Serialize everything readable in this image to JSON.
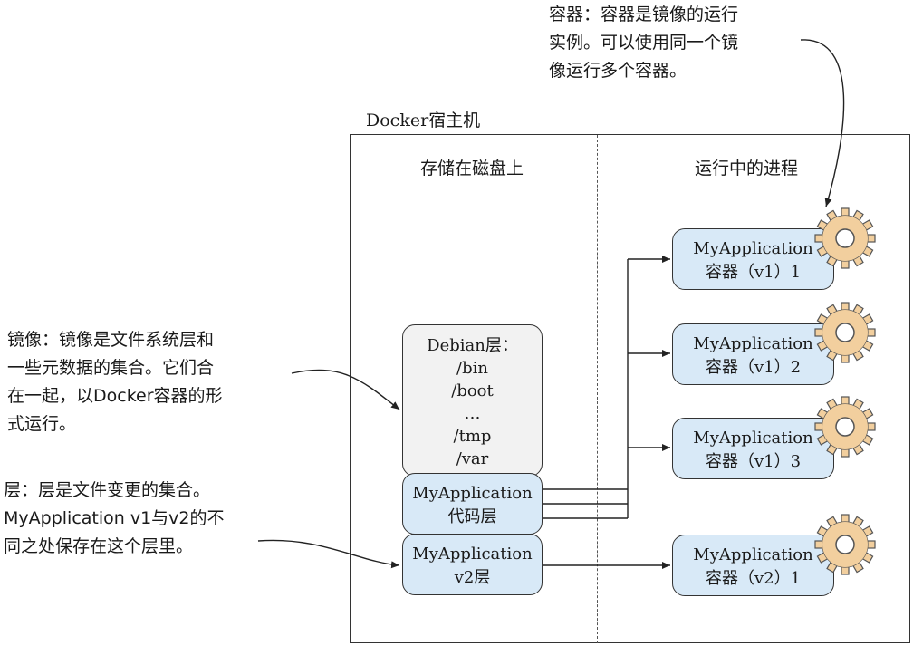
{
  "callouts": {
    "container": [
      "容器：容器是镜像的运行",
      "实例。可以使用同一个镜",
      "像运行多个容器。"
    ],
    "image": [
      "镜像：镜像是文件系统层和",
      "一些元数据的集合。它们合",
      "在一起，以Docker容器的形",
      "式运行。"
    ],
    "layer": [
      "层：层是文件变更的集合。",
      "MyApplication v1与v2的不",
      "同之处保存在这个层里。"
    ]
  },
  "host": {
    "title": "Docker宿主机",
    "left_column_title": "存储在磁盘上",
    "right_column_title": "运行中的进程"
  },
  "layers": {
    "debian": [
      "Debian层：",
      "/bin",
      "/boot",
      "…",
      "/tmp",
      "/var"
    ],
    "code": [
      "MyApplication",
      "代码层"
    ],
    "v2": [
      "MyApplication",
      "v2层"
    ]
  },
  "containers": [
    {
      "line1": "MyApplication",
      "line2": "容器（v1）1"
    },
    {
      "line1": "MyApplication",
      "line2": "容器（v1）2"
    },
    {
      "line1": "MyApplication",
      "line2": "容器（v1）3"
    },
    {
      "line1": "MyApplication",
      "line2": "容器（v2）1"
    }
  ],
  "colors": {
    "box_blue": "#d8e9f7",
    "box_gray": "#f2f2f2",
    "gear_fill": "#f2cf9e",
    "gear_stroke": "#555555",
    "line": "#222222"
  },
  "icons": [
    "gear-icon"
  ]
}
